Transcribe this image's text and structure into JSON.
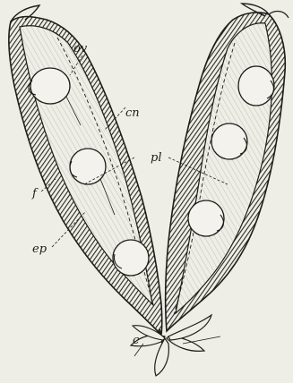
{
  "figure": {
    "labels": {
      "ov": "ov",
      "cn": "cn",
      "pl": "pl",
      "f": "f",
      "ep": "ep",
      "c": "c"
    }
  },
  "colors": {
    "ink": "#1e1d1a",
    "paper": "#efeee6",
    "seed": "#f3f2ec"
  }
}
